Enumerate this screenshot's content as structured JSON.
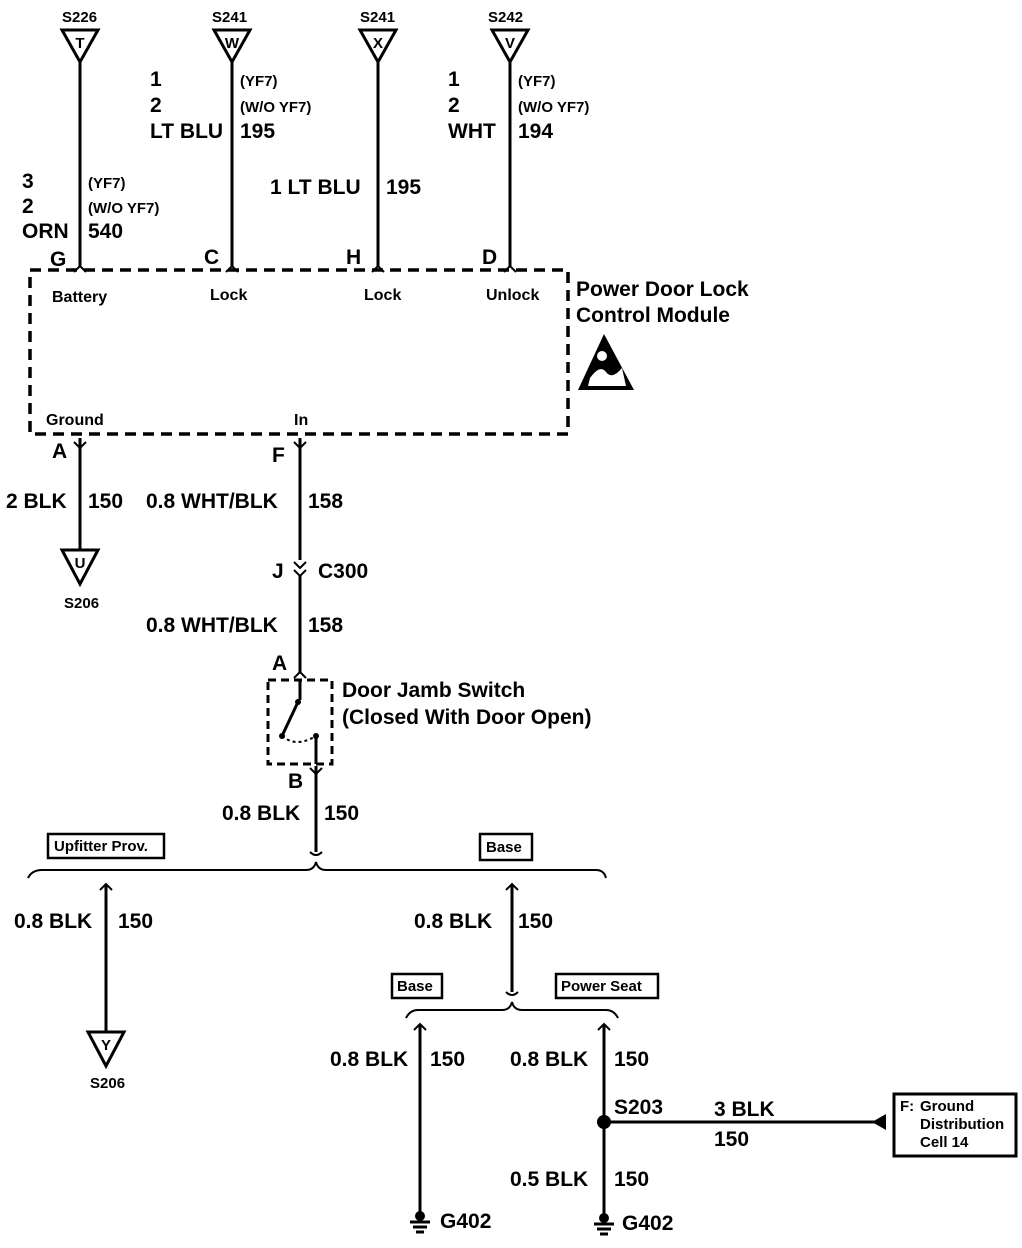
{
  "connectors_top": [
    {
      "splice": "S226",
      "letter": "T"
    },
    {
      "splice": "S241",
      "letter": "W"
    },
    {
      "splice": "S241",
      "letter": "X"
    },
    {
      "splice": "S242",
      "letter": "V"
    }
  ],
  "wires_top": {
    "t": {
      "size1": "3",
      "opt1": "(YF7)",
      "size2": "2",
      "opt2": "(W/O YF7)",
      "color": "ORN",
      "circuit": "540"
    },
    "w": {
      "size1": "1",
      "opt1": "(YF7)",
      "size2": "2",
      "opt2": "(W/O YF7)",
      "color": "LT BLU",
      "circuit": "195"
    },
    "x": {
      "label": "1 LT BLU",
      "circuit": "195"
    },
    "v": {
      "size1": "1",
      "opt1": "(YF7)",
      "size2": "2",
      "opt2": "(W/O YF7)",
      "color": "WHT",
      "circuit": "194"
    }
  },
  "module": {
    "name_line1": "Power Door Lock",
    "name_line2": "Control Module",
    "pins_top": [
      {
        "pin": "G",
        "function": "Battery"
      },
      {
        "pin": "C",
        "function": "Lock"
      },
      {
        "pin": "H",
        "function": "Lock"
      },
      {
        "pin": "D",
        "function": "Unlock"
      }
    ],
    "pins_bottom": [
      {
        "pin": "A",
        "function": "Ground"
      },
      {
        "pin": "F",
        "function": "In"
      }
    ]
  },
  "ground_wire_a": {
    "wire": "2 BLK",
    "circuit": "150",
    "splice": "S206",
    "letter": "U"
  },
  "input_wire": {
    "wire": "0.8 WHT/BLK",
    "circuit": "158",
    "connector_pin": "J",
    "connector": "C300",
    "wire2": "0.8 WHT/BLK",
    "circuit2": "158"
  },
  "switch": {
    "name_line1": "Door Jamb Switch",
    "name_line2": "(Closed With Door Open)",
    "pin_a": "A",
    "pin_b": "B"
  },
  "switch_out": {
    "wire": "0.8 BLK",
    "circuit": "150"
  },
  "options": {
    "upfitter": "Upfitter Prov.",
    "base": "Base",
    "base2": "Base",
    "power_seat": "Power Seat"
  },
  "upfitter_branch": {
    "wire": "0.8 BLK",
    "circuit": "150",
    "splice": "S206",
    "letter": "Y"
  },
  "base_branch": {
    "wire": "0.8 BLK",
    "circuit": "150"
  },
  "base2_branch": {
    "wire": "0.8 BLK",
    "circuit": "150",
    "ground": "G402"
  },
  "seat_branch": {
    "wire": "0.8 BLK",
    "circuit": "150",
    "splice": "S203",
    "wire_low": "0.5 BLK",
    "circuit_low": "150",
    "ground": "G402"
  },
  "ground_dist": {
    "wire": "3 BLK",
    "circuit": "150",
    "ref_letter": "F:",
    "line1": "Ground",
    "line2": "Distribution",
    "line3": "Cell 14"
  }
}
